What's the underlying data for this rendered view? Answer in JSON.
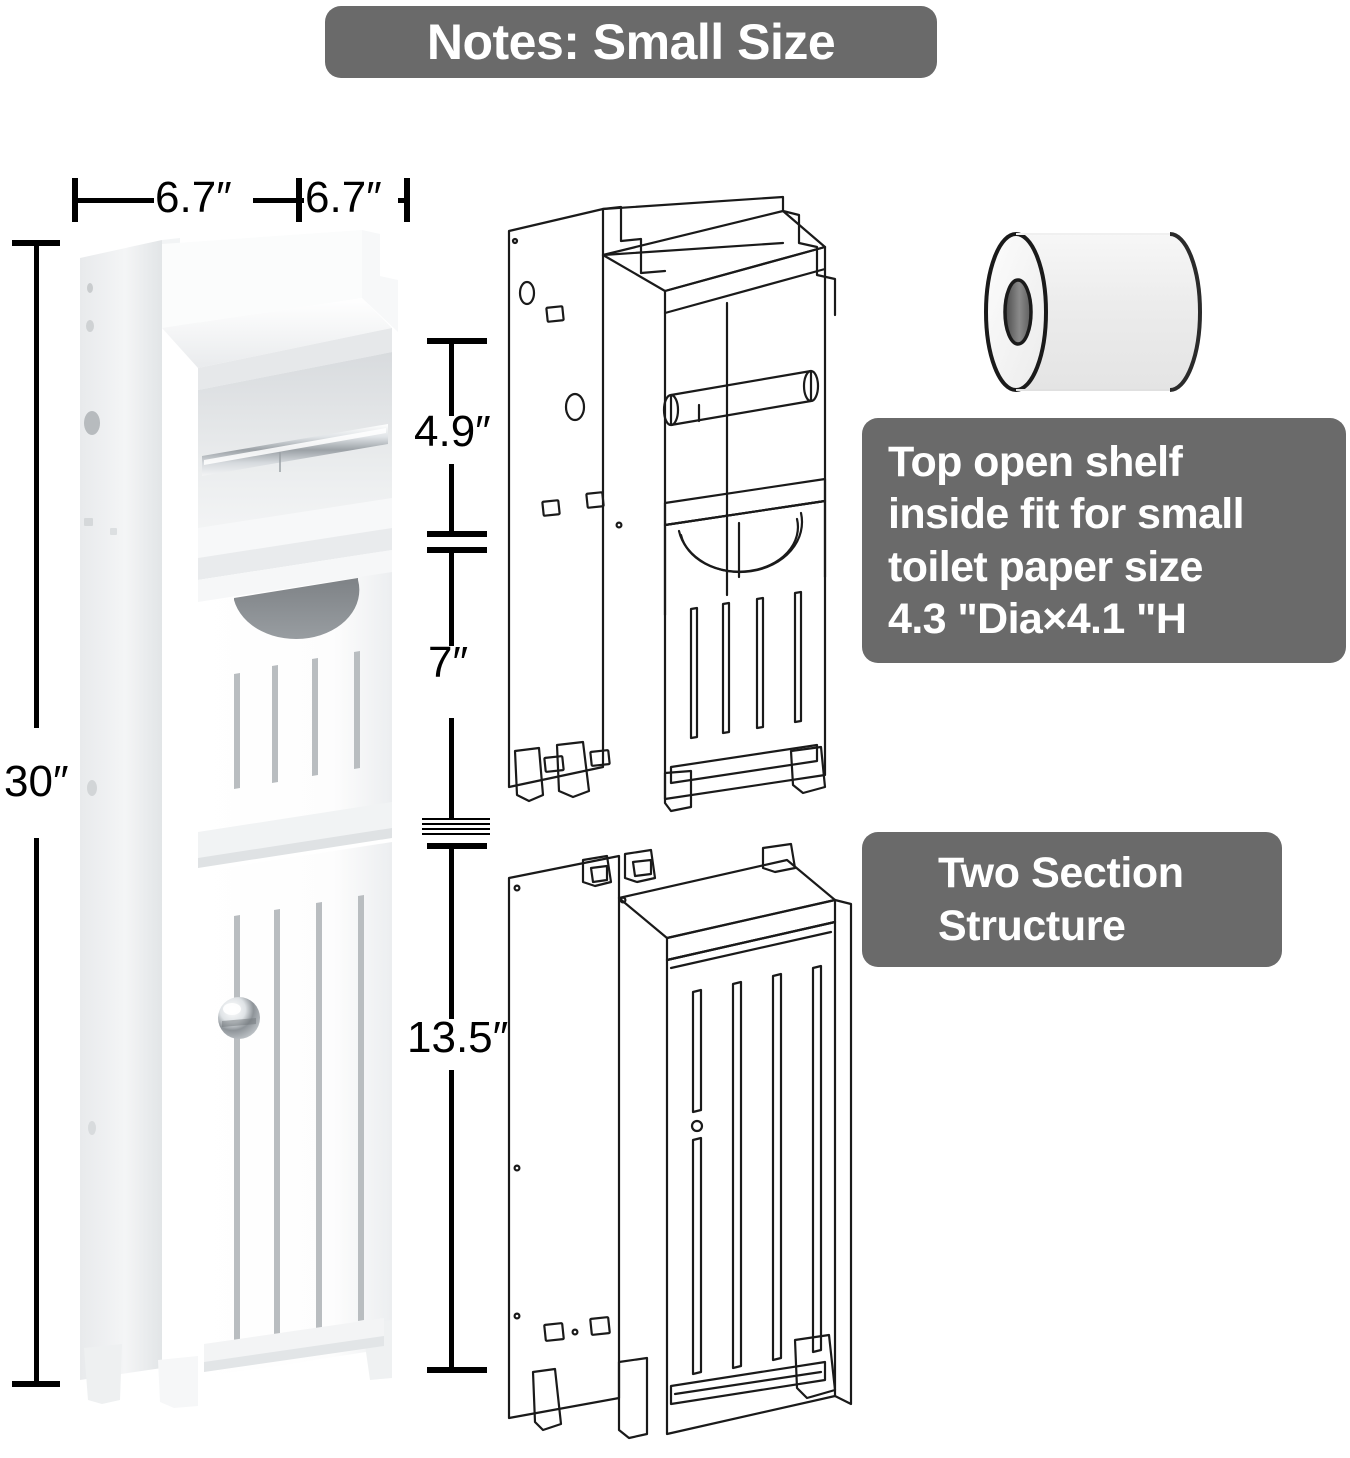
{
  "title_banner": {
    "text": "Notes: Small Size",
    "bg_color": "#6a6a6a",
    "text_color": "#ffffff"
  },
  "shelf_note_banner": {
    "lines": [
      "Top open shelf",
      "inside fit for small",
      "toilet paper size",
      "4.3 \"Dia×4.1 \"H"
    ],
    "bg_color": "#6a6a6a",
    "text_color": "#ffffff"
  },
  "structure_banner": {
    "lines": [
      "Two Section",
      "Structure"
    ],
    "bg_color": "#6a6a6a",
    "text_color": "#ffffff"
  },
  "dimensions": {
    "width_left": "6.7″",
    "width_right": "6.7″",
    "total_height": "30″",
    "top_shelf_height": "4.9″",
    "middle_section_height": "7″",
    "bottom_cabinet_height": "13.5″"
  },
  "illustrations": {
    "main_cabinet": "white-two-section-bathroom-storage-cabinet-front-view",
    "upper_section_lineart": "upper-section-technical-line-drawing",
    "lower_section_lineart": "lower-section-technical-line-drawing",
    "toilet_paper_roll": "toilet-paper-roll-cylinder"
  },
  "colors": {
    "banner_gray": "#6a6a6a",
    "line_black": "#000000",
    "cabinet_white": "#ffffff",
    "slat_gray": "#b9bdc0",
    "cutout_gray": "#8f9296",
    "chrome": "#c9ced2"
  }
}
